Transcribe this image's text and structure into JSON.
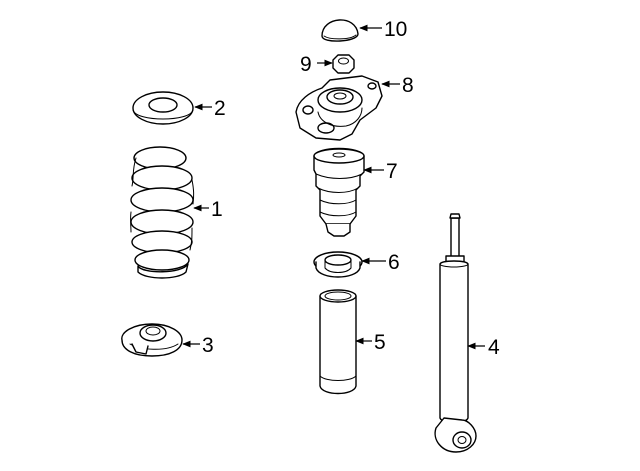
{
  "callouts": {
    "1": "1",
    "2": "2",
    "3": "3",
    "4": "4",
    "5": "5",
    "6": "6",
    "7": "7",
    "8": "8",
    "9": "9",
    "10": "10"
  },
  "colors": {
    "line": "#000000",
    "background": "#ffffff"
  }
}
